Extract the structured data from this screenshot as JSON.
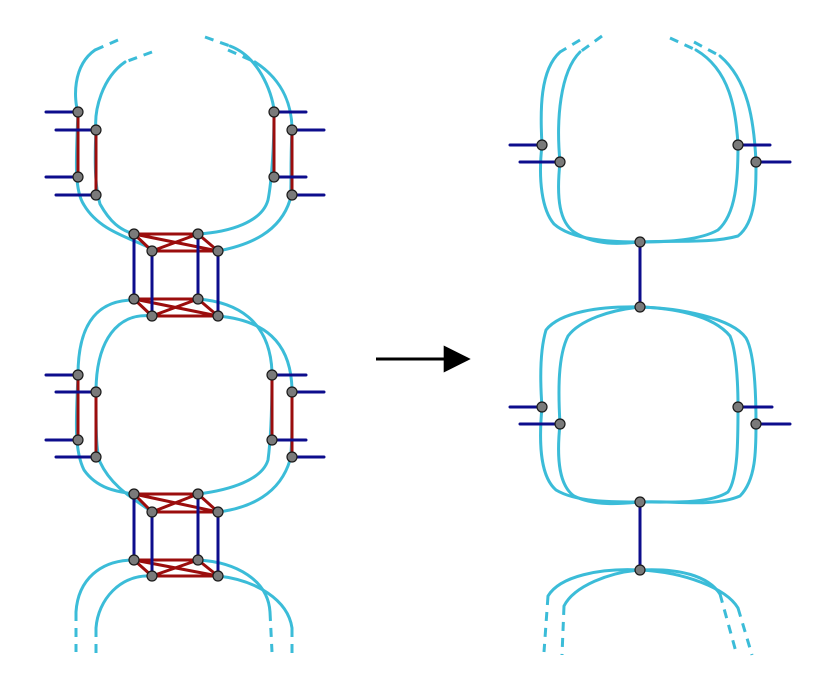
{
  "colors": {
    "strand": "#3bbcd8",
    "edge_blue": "#0d0d8c",
    "edge_red": "#9b0d0d",
    "node_fill": "#7a7a7a",
    "arrow": "#000000"
  },
  "panels": [
    {
      "name": "before-graph"
    },
    {
      "name": "after-graph"
    }
  ],
  "arrow": {
    "direction": "right"
  }
}
